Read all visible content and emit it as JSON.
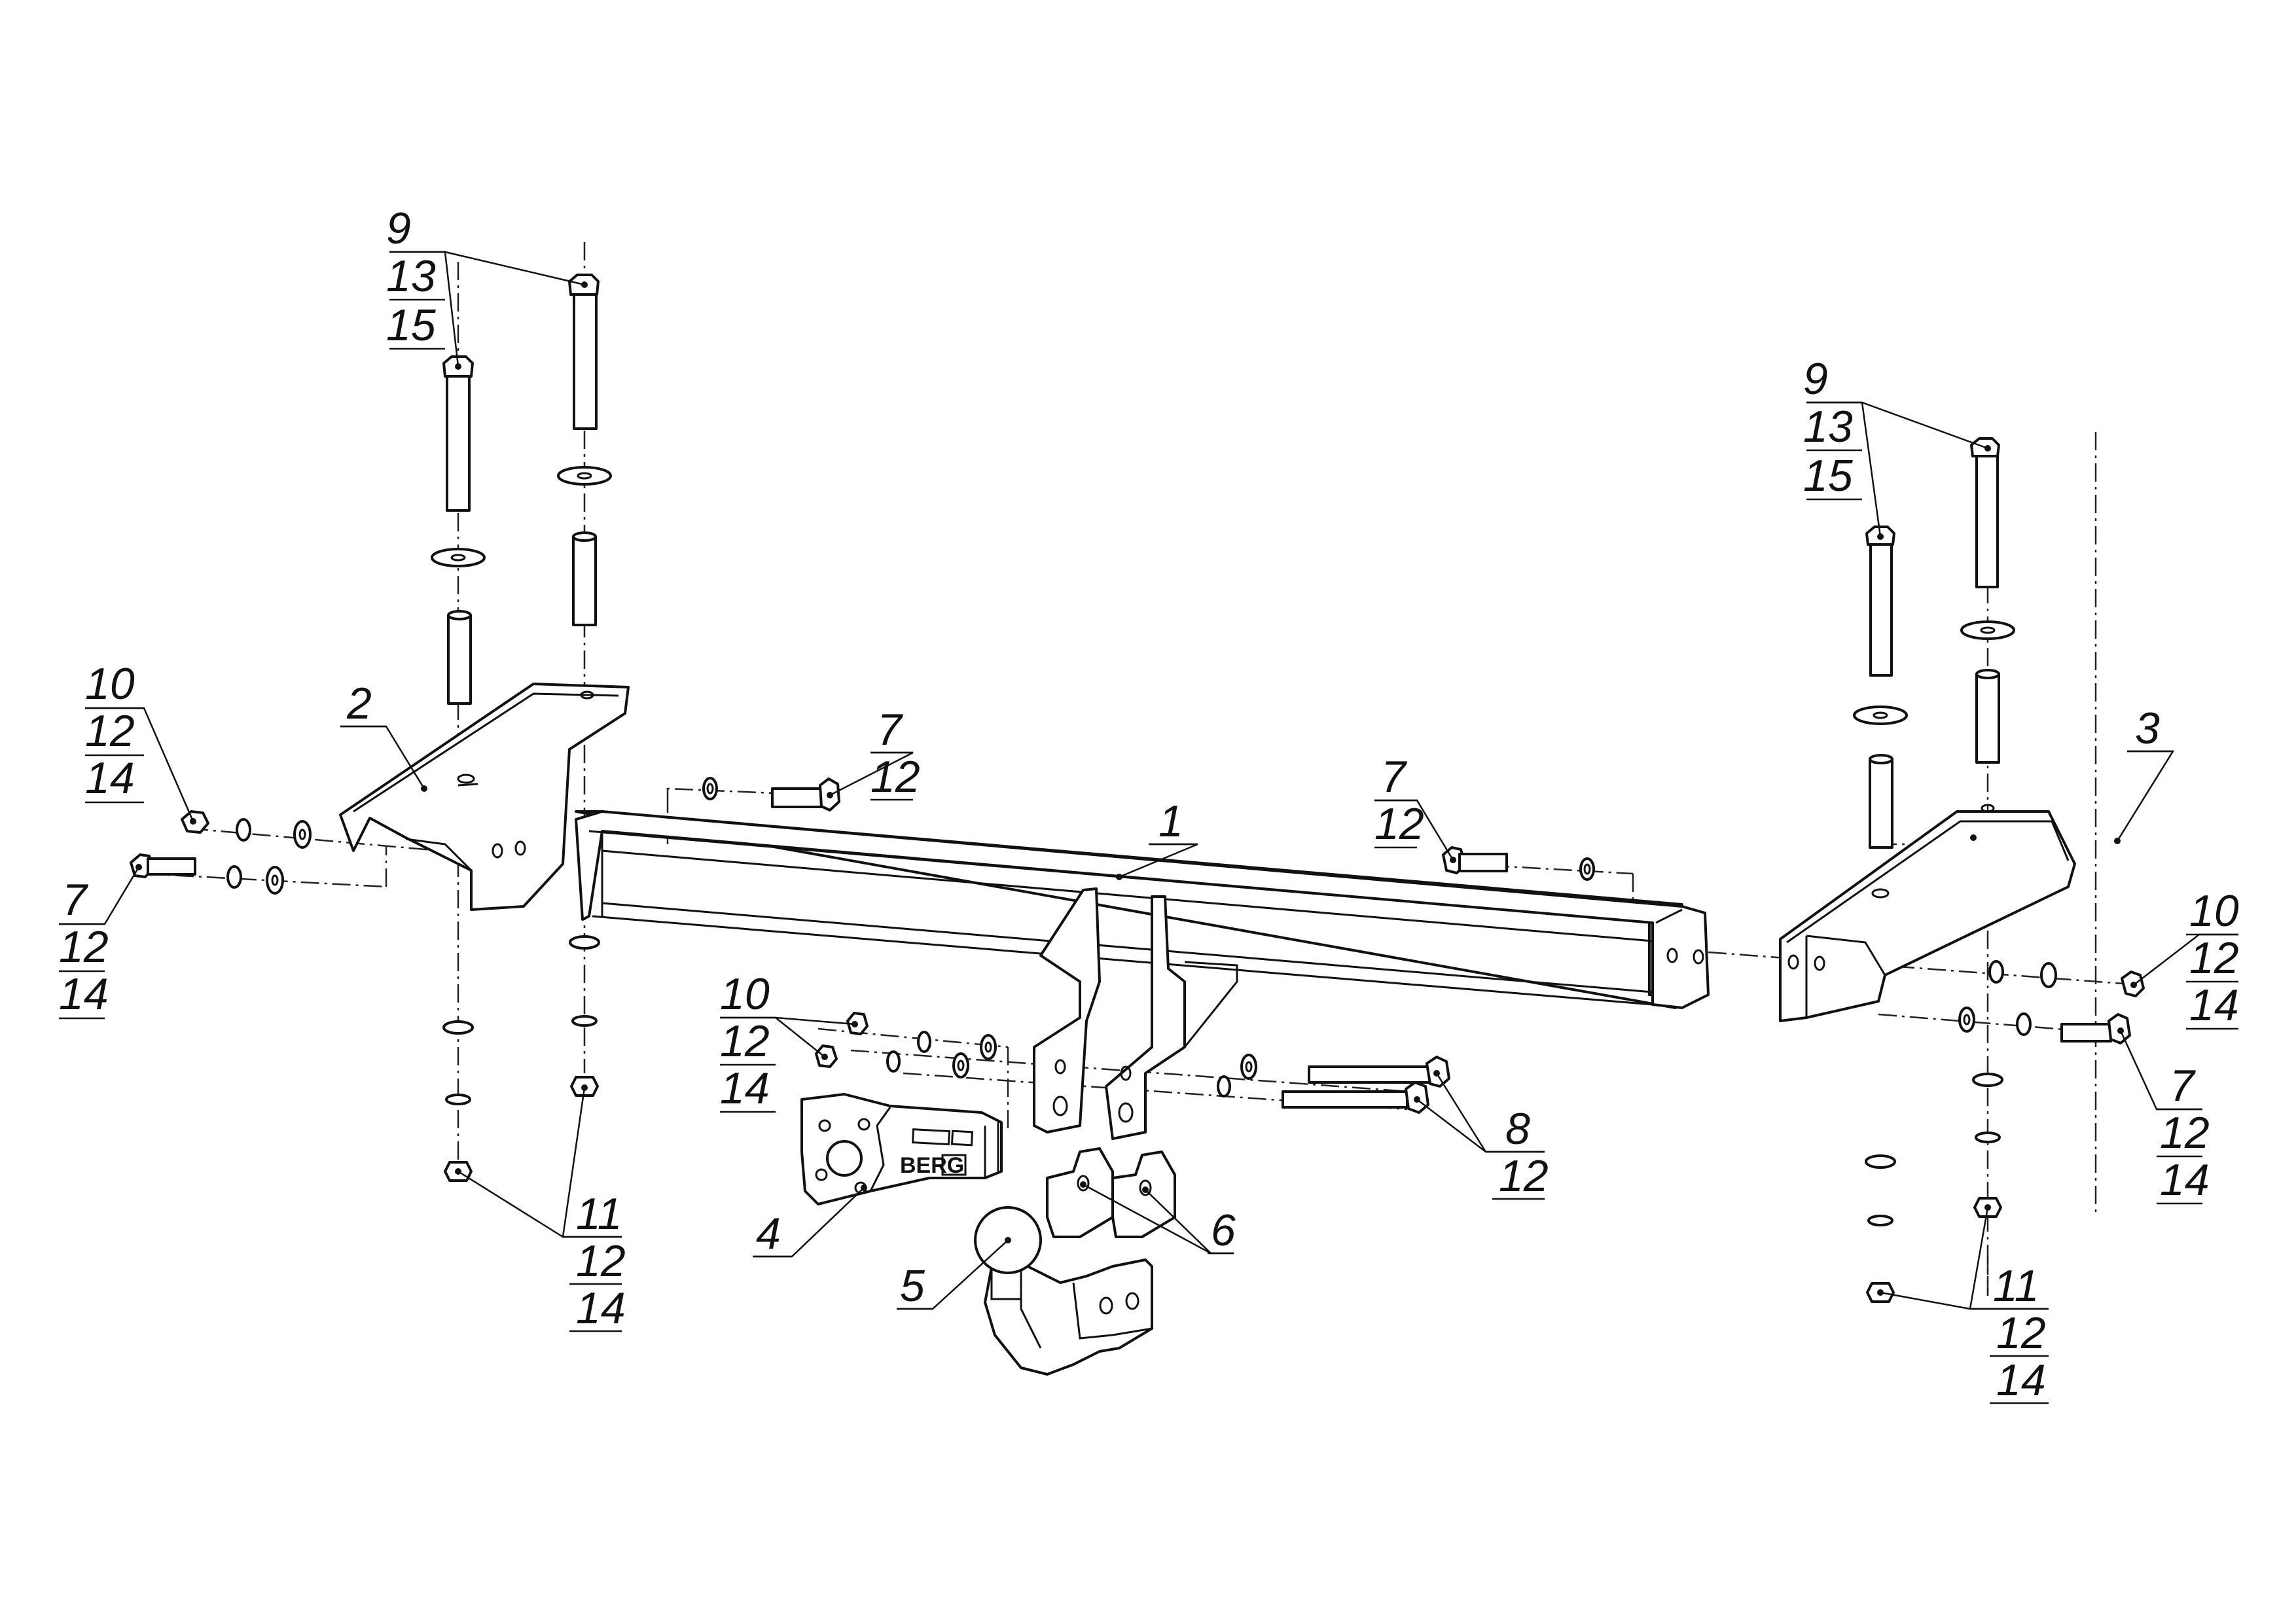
{
  "diagram": {
    "brand_marking": "BERG",
    "callouts": [
      {
        "id": "callout-bolt-left",
        "lines": [
          "9",
          "13",
          "15"
        ]
      },
      {
        "id": "callout-bolt-right",
        "lines": [
          "9",
          "13",
          "15"
        ]
      },
      {
        "id": "callout-bracket-left",
        "lines": [
          "2"
        ]
      },
      {
        "id": "callout-bracket-right",
        "lines": [
          "3"
        ]
      },
      {
        "id": "callout-crossbar",
        "lines": [
          "1"
        ]
      },
      {
        "id": "callout-nut-left-top",
        "lines": [
          "10",
          "12",
          "14"
        ]
      },
      {
        "id": "callout-bolt-left-side",
        "lines": [
          "7",
          "12",
          "14"
        ]
      },
      {
        "id": "callout-bolt-center-left",
        "lines": [
          "7",
          "12"
        ]
      },
      {
        "id": "callout-bolt-center-right",
        "lines": [
          "7",
          "12"
        ]
      },
      {
        "id": "callout-nut-center",
        "lines": [
          "10",
          "12",
          "14"
        ]
      },
      {
        "id": "callout-nut-bottom-left",
        "lines": [
          "11",
          "12",
          "14"
        ]
      },
      {
        "id": "callout-socket-plate",
        "lines": [
          "4"
        ]
      },
      {
        "id": "callout-tow-ball",
        "lines": [
          "5"
        ]
      },
      {
        "id": "callout-spacer-plates",
        "lines": [
          "6"
        ]
      },
      {
        "id": "callout-long-bolts",
        "lines": [
          "8",
          "12"
        ]
      },
      {
        "id": "callout-nut-right-top",
        "lines": [
          "10",
          "12",
          "14"
        ]
      },
      {
        "id": "callout-bolt-right-side",
        "lines": [
          "7",
          "12",
          "14"
        ]
      },
      {
        "id": "callout-nut-bottom-right",
        "lines": [
          "11",
          "12",
          "14"
        ]
      }
    ]
  }
}
